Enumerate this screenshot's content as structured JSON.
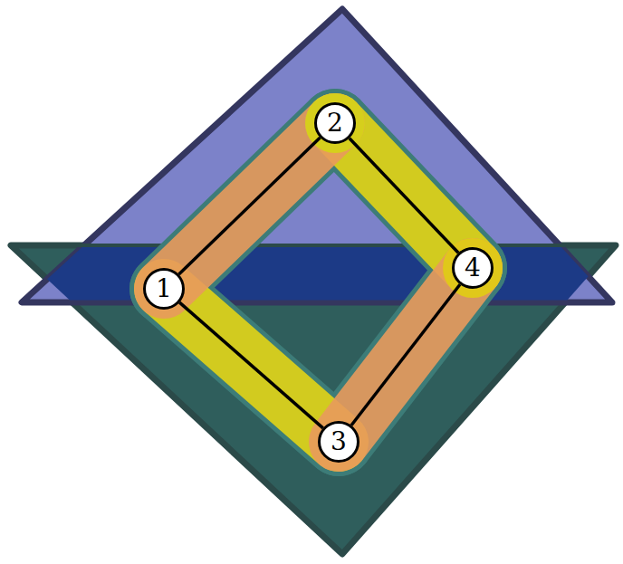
{
  "diagram": {
    "nodes": [
      {
        "text": [
          "1"
        ]
      },
      {
        "text": [
          "2"
        ]
      },
      {
        "text": [
          "3"
        ]
      },
      {
        "text": [
          "4"
        ]
      }
    ],
    "edges": [
      {
        "from": 0,
        "to": 1,
        "arrow": "none"
      },
      {
        "from": 1,
        "to": 3,
        "arrow": "none"
      },
      {
        "from": 0,
        "to": 2,
        "arrow": "none"
      },
      {
        "from": 2,
        "to": 3,
        "arrow": "none"
      }
    ]
  }
}
